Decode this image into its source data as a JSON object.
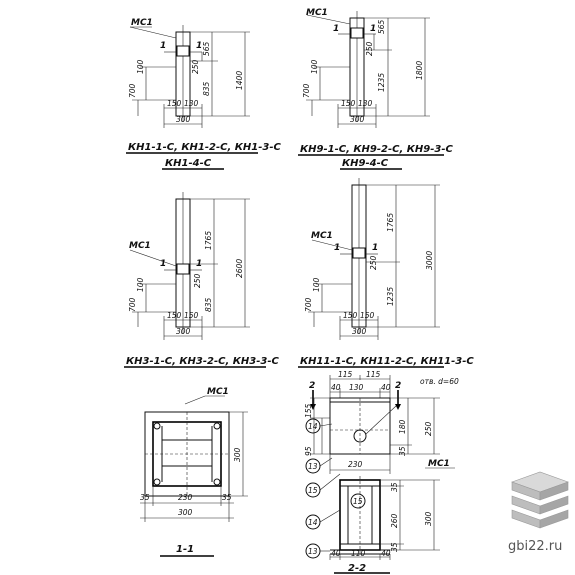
{
  "captions": {
    "kn1_line1": "КН1-1-С, КН1-2-С, КН1-3-С",
    "kn1_line2": "КН1-4-С",
    "kn9_line1": "КН9-1-С, КН9-2-С, КН9-3-С",
    "kn9_line2": "КН9-4-С",
    "kn3": "КН3-1-С, КН3-2-С, КН3-3-С",
    "kn11": "КН11-1-С, КН11-2-С, КН11-3-С",
    "section_1_1": "1-1",
    "section_2_2": "2-2"
  },
  "labels": {
    "mc1": "МС1",
    "cut1": "1",
    "cut2": "2",
    "hole": "отв. d=60",
    "p13": "13",
    "p14": "14",
    "p15": "15"
  },
  "dims": {
    "d100": "100",
    "d700": "700",
    "d150": "150",
    "d130": "130",
    "d300": "300",
    "d565": "565",
    "d250": "250",
    "d1400": "1400",
    "d835": "835",
    "d1800": "1800",
    "d1235": "1235",
    "d1765": "1765",
    "d2600": "2600",
    "d3000": "3000",
    "d230": "230",
    "d35": "35",
    "d115": "115",
    "d40": "40",
    "d155": "155",
    "d95": "95",
    "d180": "180",
    "d260": "260",
    "d110": "110"
  },
  "watermark": "gbi22.ru"
}
